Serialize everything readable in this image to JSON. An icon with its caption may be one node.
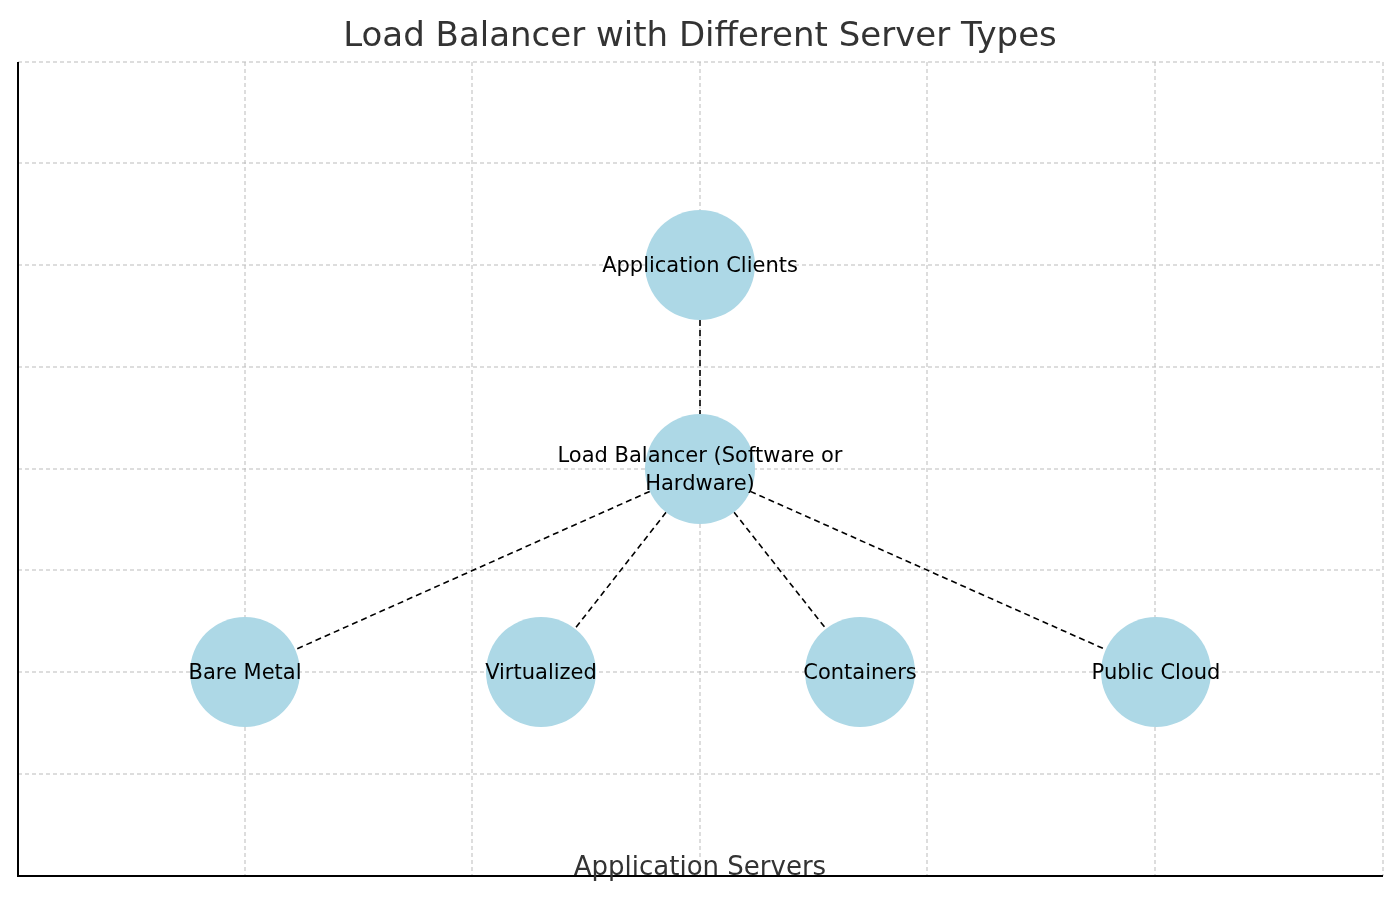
{
  "diagram": {
    "title": "Load Balancer with Different Server Types",
    "nodes": [
      {
        "text": [
          "Application Clients"
        ]
      },
      {
        "text": [
          "Load Balancer (Software or Hardware)"
        ]
      },
      {
        "text": [
          "Bare Metal"
        ]
      },
      {
        "text": [
          "Virtualized"
        ]
      },
      {
        "text": [
          "Containers"
        ]
      },
      {
        "text": [
          "Public Cloud"
        ]
      }
    ],
    "edges": [
      {
        "from": 0,
        "to": 1,
        "arrow": "none",
        "style": "dashed"
      },
      {
        "from": 1,
        "to": 2,
        "arrow": "none",
        "style": "dashed"
      },
      {
        "from": 1,
        "to": 3,
        "arrow": "none",
        "style": "dashed"
      },
      {
        "from": 1,
        "to": 4,
        "arrow": "none",
        "style": "dashed"
      },
      {
        "from": 1,
        "to": 5,
        "arrow": "none",
        "style": "dashed"
      }
    ],
    "labels": [
      "Application Servers"
    ]
  }
}
